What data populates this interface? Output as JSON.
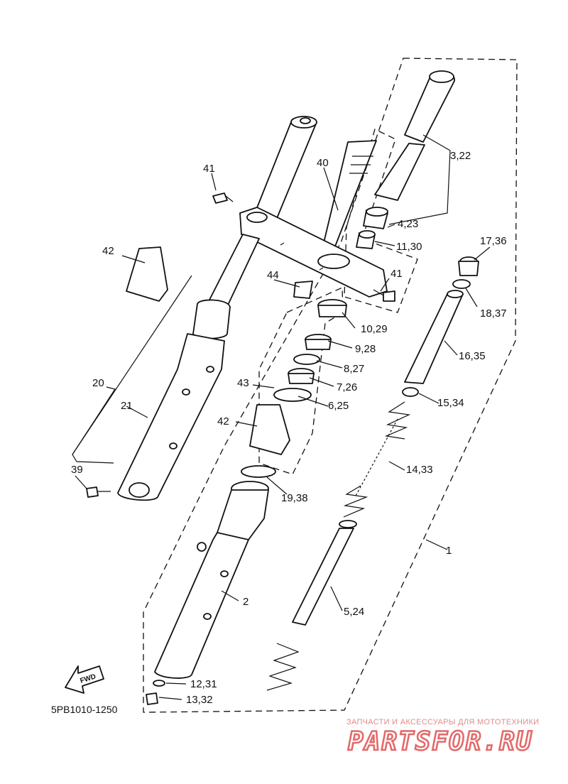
{
  "diagram_code": "5PB1010-1250",
  "watermark": {
    "tagline": "ЗАПЧАСТИ И АКСЕССУАРЫ ДЛЯ МОТОТЕХНИКИ",
    "brand": "PARTSFOR.RU"
  },
  "fwd_label": "FWD",
  "callouts": [
    "1",
    "2",
    "3,22",
    "4,23",
    "5,24",
    "6,25",
    "7,26",
    "8,27",
    "9,28",
    "10,29",
    "11,30",
    "12,31",
    "13,32",
    "14,33",
    "15,34",
    "16,35",
    "17,36",
    "18,37",
    "19,38",
    "20",
    "21",
    "39",
    "40",
    "41",
    "41",
    "42",
    "42",
    "43",
    "44"
  ]
}
